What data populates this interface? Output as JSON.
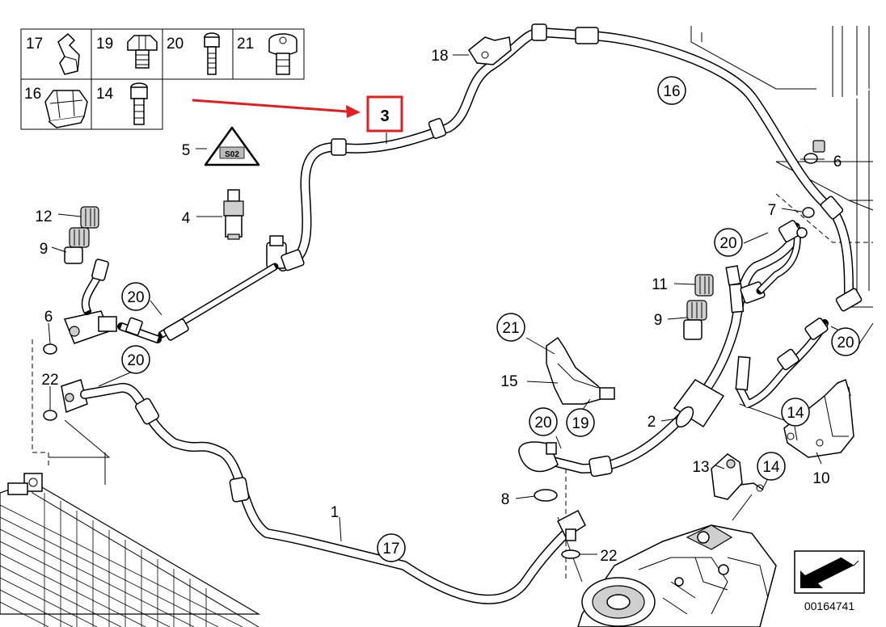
{
  "legend": {
    "cells": [
      {
        "label": "17",
        "icon": "clip-icon"
      },
      {
        "label": "19",
        "icon": "hex-bolt-icon"
      },
      {
        "label": "20",
        "icon": "socket-screw-icon"
      },
      {
        "label": "21",
        "icon": "flange-bolt-icon"
      },
      {
        "label": "16",
        "icon": "bracket-clip-icon"
      },
      {
        "label": "14",
        "icon": "allen-screw-icon"
      }
    ]
  },
  "callouts": {
    "c1": "1",
    "c2": "2",
    "c3": "3",
    "c4": "4",
    "c5": "5",
    "c6a": "6",
    "c6b": "6",
    "c7": "7",
    "c8": "8",
    "c9a": "9",
    "c9b": "9",
    "c10": "10",
    "c11": "11",
    "c12": "12",
    "c13": "13",
    "c14a": "14",
    "c14b": "14",
    "c15": "15",
    "c16": "16",
    "c17": "17",
    "c18": "18",
    "c19": "19",
    "c20a": "20",
    "c20b": "20",
    "c20c": "20",
    "c20d": "20",
    "c20e": "20",
    "c21": "21",
    "c22a": "22",
    "c22b": "22"
  },
  "highlight": {
    "label": "3",
    "box_color": "#e02020",
    "arrow_color": "#e02020"
  },
  "diagram_code": "00164741"
}
